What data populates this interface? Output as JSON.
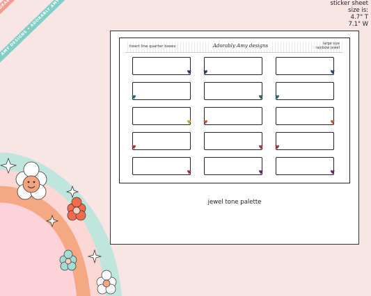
{
  "ribbons": [
    {
      "text": "PLAN LIFE ADORABLY • PLAN LIFE ADORABLY • PLAN LIFE ADORABLY"
    },
    {
      "text": "ADORABLY AMY DESIGNS • ADORABLY AMY DESIGNS • ADORABLY AMY DESIGNS"
    }
  ],
  "size_info": {
    "line1": "sticker sheet",
    "line2": "size is:",
    "line3": "4.7\" T",
    "line4": "7.1\" W"
  },
  "header": {
    "left": "heart line quarter boxes",
    "logo": "Adorably Amy designs",
    "right1": "large size",
    "right2": "rainbow jewel"
  },
  "palette_label": "jewel tone palette",
  "heart_colors": {
    "navy": "#2c3e7a",
    "teal": "#1e6f72",
    "green": "#1f6b3c",
    "gold": "#c9a227",
    "rust": "#c05a2e",
    "red": "#b0303a",
    "plum": "#5b2a6e"
  },
  "boxes": [
    {
      "color": "navy",
      "side": "right"
    },
    {
      "color": "navy",
      "side": "left"
    },
    {
      "color": "navy",
      "side": "right"
    },
    {
      "color": "teal",
      "side": "left"
    },
    {
      "color": "green",
      "side": "right"
    },
    {
      "color": "teal",
      "side": "left"
    },
    {
      "color": "gold",
      "side": "right"
    },
    {
      "color": "rust",
      "side": "left"
    },
    {
      "color": "rust",
      "side": "right"
    },
    {
      "color": "red",
      "side": "left"
    },
    {
      "color": "red",
      "side": "right"
    },
    {
      "color": "red",
      "side": "left"
    },
    {
      "color": "red",
      "side": "right"
    },
    {
      "color": "plum",
      "side": "right"
    },
    {
      "color": "plum",
      "side": "right"
    }
  ]
}
